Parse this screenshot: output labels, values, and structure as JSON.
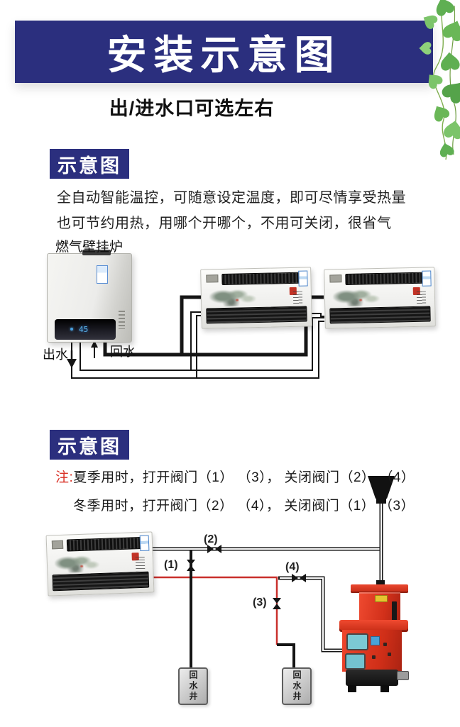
{
  "banner": {
    "title": "安装示意图",
    "bg_color": "#2b2f7e"
  },
  "subtitle": {
    "text": "出/进水口可选左右"
  },
  "section1": {
    "badge": "示意图",
    "desc_line1": "全自动智能温控，可随意设定温度，即可尽情享受热量",
    "desc_line2": "也可节约用热，用哪个开哪个，不用可关闭，很省气",
    "boiler_label": "燃气壁挂炉",
    "boiler_display": "45",
    "outlet_label": "出水",
    "return_label": "回水"
  },
  "section2": {
    "badge": "示意图",
    "note_prefix": "注:",
    "note_line1": "夏季用时，打开阀门（1） （3）， 关闭阀门（2） （4）",
    "note_line2": "冬季用时，打开阀门（2） （4）， 关闭阀门（1） （3）",
    "valves": {
      "v1": "(1)",
      "v2": "(2)",
      "v3": "(3)",
      "v4": "(4)"
    },
    "well_left": "回水井",
    "well_right": "回水井"
  },
  "colors": {
    "navy": "#2b2f7e",
    "pipe_black": "#151515",
    "pipe_red": "#c9302c",
    "stove_red": "#d93a22",
    "leaf_green": "#6fbf5a"
  }
}
